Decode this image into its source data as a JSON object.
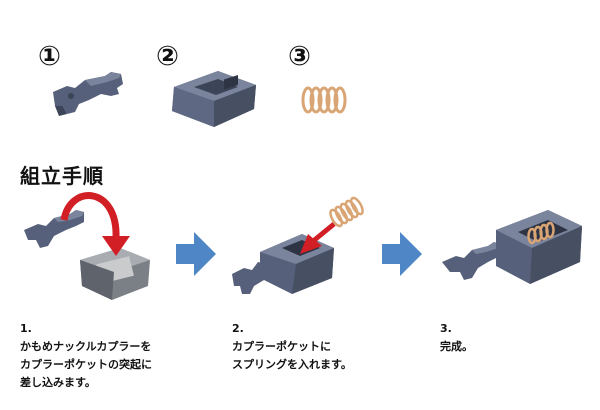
{
  "parts": {
    "p1": "①",
    "p2": "②",
    "p3": "③"
  },
  "heading": "組立手順",
  "steps": [
    {
      "num": "1.",
      "line1": "かもめナックルカプラーを",
      "line2": "カプラーポケットの突起に",
      "line3": "差し込みます。"
    },
    {
      "num": "2.",
      "line1": "カプラーポケットに",
      "line2": "スプリングを入れます。"
    },
    {
      "num": "3.",
      "line1": "完成。"
    }
  ],
  "colors": {
    "part_gray": "#56607a",
    "part_dark": "#3c4457",
    "part_light": "#7a849c",
    "spring": "#d9a574",
    "arrow_red": "#d21f26",
    "arrow_blue": "#4f86c6",
    "metal": "#b8babc"
  }
}
